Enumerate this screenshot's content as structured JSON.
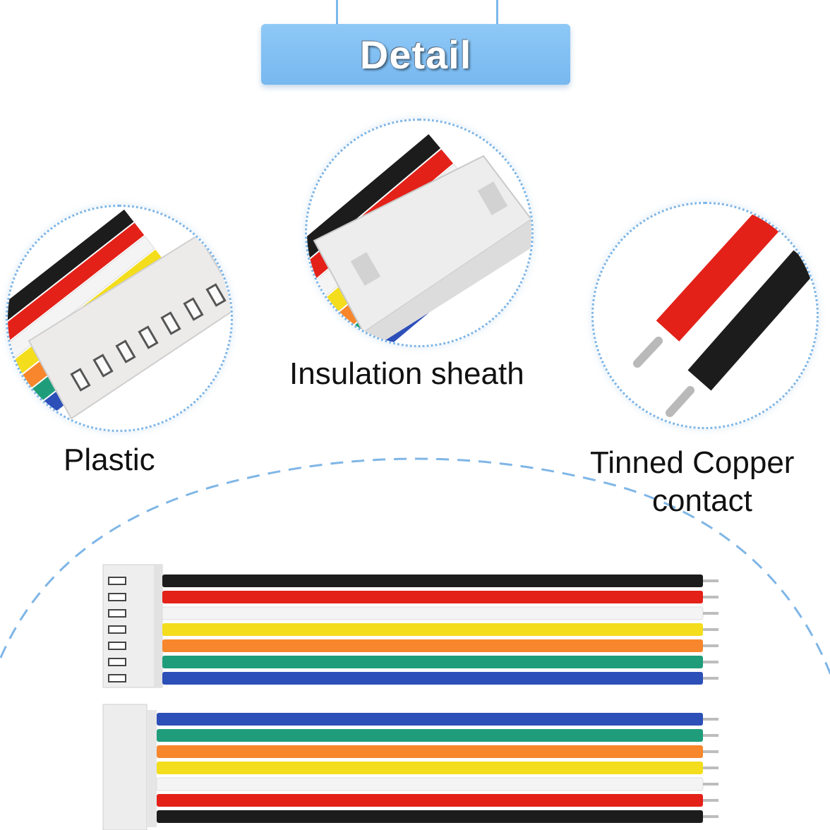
{
  "banner": {
    "title": "Detail"
  },
  "callouts": {
    "plastic": "Plastic",
    "insulation": "Insulation sheath",
    "tinned_line1": "Tinned Copper",
    "tinned_line2": "contact"
  },
  "colors": {
    "accent": "#77b8f0",
    "wire_black": "#1c1c1c",
    "wire_red": "#e32119",
    "wire_white": "#f4f4f4",
    "wire_yellow": "#f3dd1d",
    "wire_orange": "#f7862c",
    "wire_green": "#1f9d7a",
    "wire_blue": "#2c4fb8"
  }
}
